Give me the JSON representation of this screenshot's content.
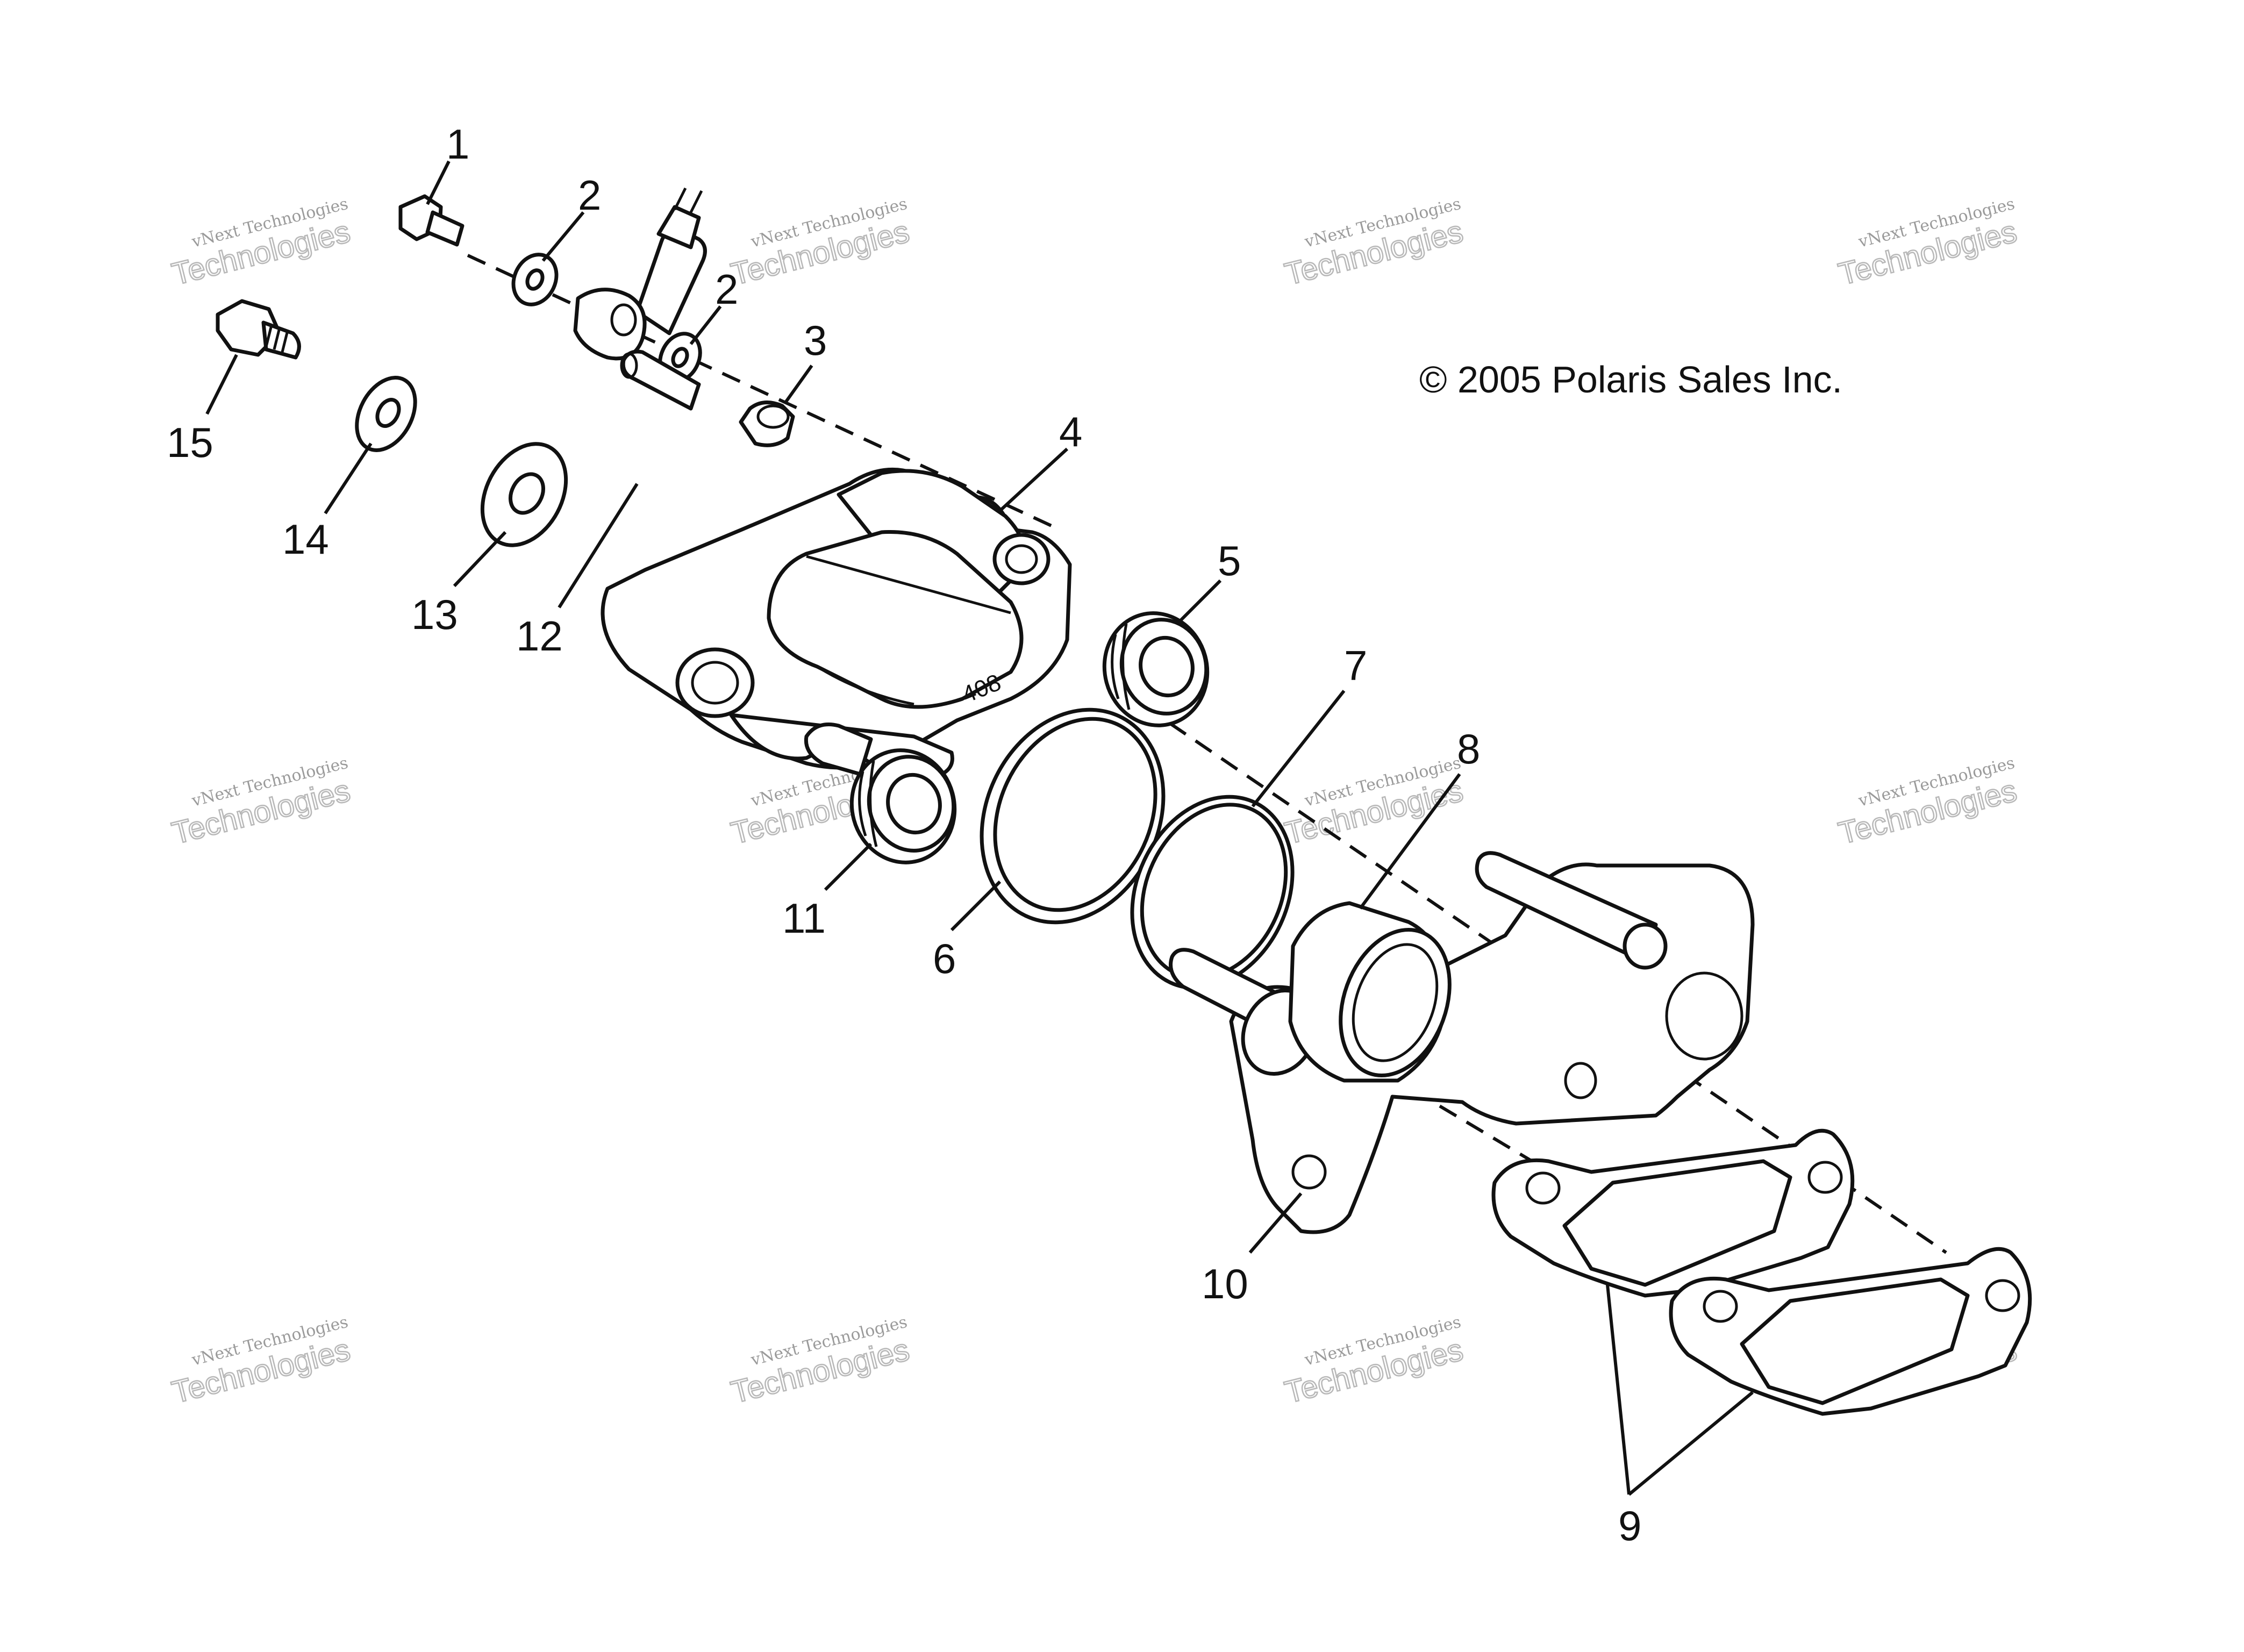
{
  "copyright": "© 2005 Polaris Sales Inc.",
  "watermark": {
    "line1": "vNext Technologies",
    "line2": "Technologies"
  },
  "part_stamp": "408",
  "callouts": {
    "c1": "1",
    "c2a": "2",
    "c2b": "2",
    "c3": "3",
    "c4": "4",
    "c5": "5",
    "c6": "6",
    "c7": "7",
    "c8": "8",
    "c9": "9",
    "c10": "10",
    "c11": "11",
    "c12": "12",
    "c13": "13",
    "c14": "14",
    "c15": "15"
  }
}
